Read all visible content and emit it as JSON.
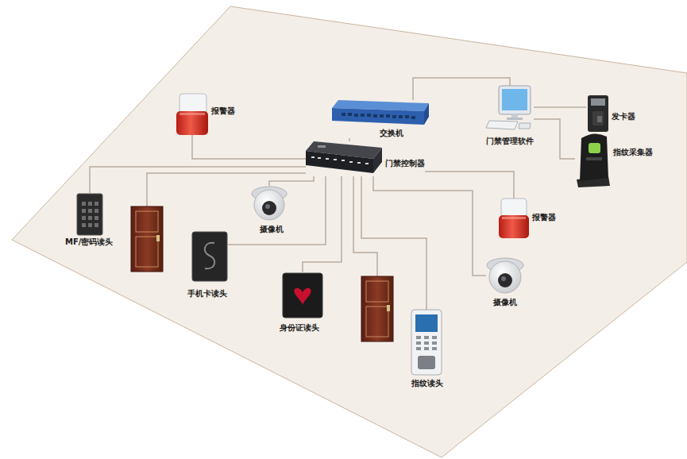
{
  "diagram": {
    "nodes": [
      {
        "text": [
          "报警器"
        ]
      },
      {
        "text": [
          "交换机"
        ]
      },
      {
        "text": [
          "门禁管理软件"
        ]
      },
      {
        "text": [
          "发卡器"
        ]
      },
      {
        "text": [
          "指纹采集器"
        ]
      },
      {
        "text": [
          "门禁控制器"
        ]
      },
      {
        "text": [
          "报警器"
        ]
      },
      {
        "text": [
          "摄像机"
        ]
      },
      {
        "text": [
          "MF/密码读头"
        ]
      },
      {
        "text": [
          "手机卡读头"
        ]
      },
      {
        "text": [
          "摄像机"
        ]
      },
      {
        "text": [
          "身份证读头"
        ]
      },
      {
        "text": [
          "指纹读头"
        ]
      }
    ],
    "edges": [
      {
        "from": 0,
        "to": 5,
        "arrow": "none"
      },
      {
        "from": 1,
        "to": 5,
        "arrow": "none"
      },
      {
        "from": 1,
        "to": 2,
        "arrow": "none"
      },
      {
        "from": 2,
        "to": 3,
        "arrow": "none"
      },
      {
        "from": 2,
        "to": 4,
        "arrow": "none"
      },
      {
        "from": 5,
        "to": 6,
        "arrow": "none"
      },
      {
        "from": 5,
        "to": 10,
        "arrow": "none"
      },
      {
        "from": 5,
        "to": 7,
        "arrow": "none"
      },
      {
        "from": 5,
        "to": 8,
        "arrow": "none"
      },
      {
        "from": 5,
        "to": 9,
        "arrow": "none"
      },
      {
        "from": 5,
        "to": 11,
        "arrow": "none"
      },
      {
        "from": 5,
        "to": 12,
        "arrow": "none"
      }
    ]
  }
}
